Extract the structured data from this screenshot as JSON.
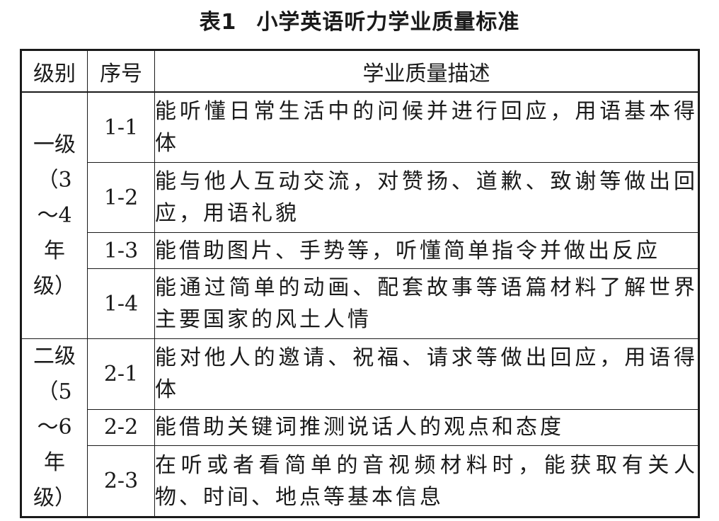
{
  "title": {
    "number": "表1",
    "text": "小学英语听力学业质量标准"
  },
  "table": {
    "headers": [
      "级别",
      "序号",
      "学业质量描述"
    ],
    "groups": [
      {
        "level": "一级（3～4年级）",
        "rows": [
          {
            "seq": "1-1",
            "desc": "能听懂日常生活中的问候并进行回应，用语基本得体"
          },
          {
            "seq": "1-2",
            "desc": "能与他人互动交流，对赞扬、道歉、致谢等做出回应，用语礼貌"
          },
          {
            "seq": "1-3",
            "desc": "能借助图片、手势等，听懂简单指令并做出反应"
          },
          {
            "seq": "1-4",
            "desc": "能通过简单的动画、配套故事等语篇材料了解世界主要国家的风土人情"
          }
        ]
      },
      {
        "level": "二级（5～6年级）",
        "rows": [
          {
            "seq": "2-1",
            "desc": "能对他人的邀请、祝福、请求等做出回应，用语得体"
          },
          {
            "seq": "2-2",
            "desc": "能借助关键词推测说话人的观点和态度"
          },
          {
            "seq": "2-3",
            "desc": "在听或者看简单的音视频材料时，能获取有关人物、时间、地点等基本信息"
          }
        ]
      }
    ]
  }
}
